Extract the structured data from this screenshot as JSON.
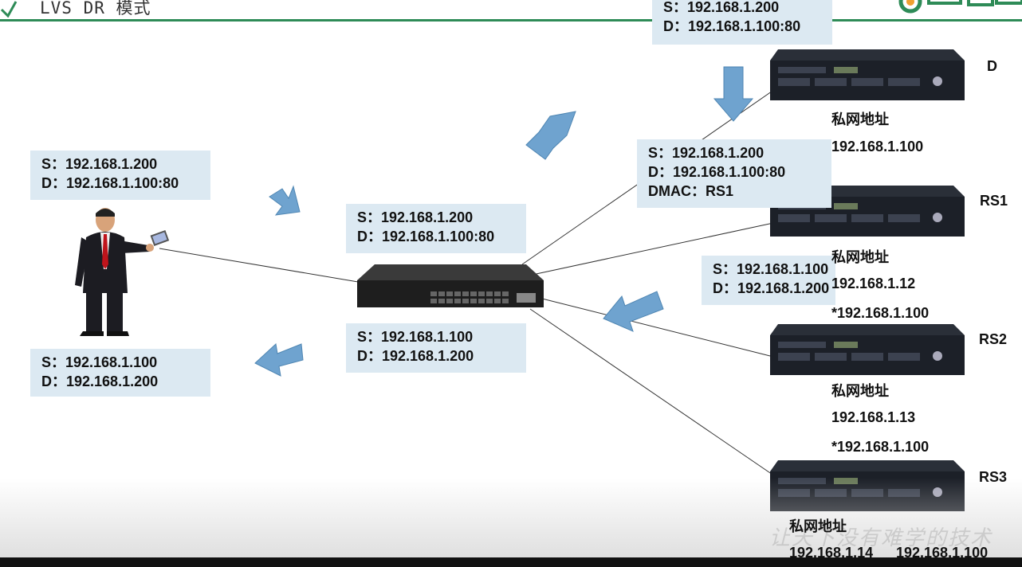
{
  "header": {
    "title": "LVS DR 模式"
  },
  "colors": {
    "accent": "#2e8b57",
    "arrow": "#6fa3cf",
    "box": "#dce9f2"
  },
  "boxes": {
    "client_request": {
      "line1": "S：192.168.1.200",
      "line2": "D：192.168.1.100:80"
    },
    "client_response": {
      "line1": "S：192.168.1.100",
      "line2": "D：192.168.1.200"
    },
    "switch_request": {
      "line1": "S：192.168.1.200",
      "line2": "D：192.168.1.100:80"
    },
    "switch_response": {
      "line1": "S：192.168.1.100",
      "line2": "D：192.168.1.200"
    },
    "top_request": {
      "line1": "S：192.168.1.200",
      "line2": "D：192.168.1.100:80"
    },
    "dmac_request": {
      "line1": "S：192.168.1.200",
      "line2": "D：192.168.1.100:80",
      "line3": "DMAC：RS1"
    },
    "rs_response": {
      "line1": "S：192.168.1.100",
      "line2": "D：192.168.1.200"
    }
  },
  "servers": {
    "d": {
      "name": "D",
      "label": "私网地址",
      "ip1": "192.168.1.100"
    },
    "rs1": {
      "name": "RS1",
      "label": "私网地址",
      "ip1": "192.168.1.12",
      "ip2": "*192.168.1.100"
    },
    "rs2": {
      "name": "RS2",
      "label": "私网地址",
      "ip1": "192.168.1.13",
      "ip2": "*192.168.1.100"
    },
    "rs3": {
      "name": "RS3",
      "label": "私网地址",
      "ip1": "192.168.1.14",
      "ip2": "192.168.1.100"
    }
  },
  "watermark": "让天下没有难学的技术"
}
